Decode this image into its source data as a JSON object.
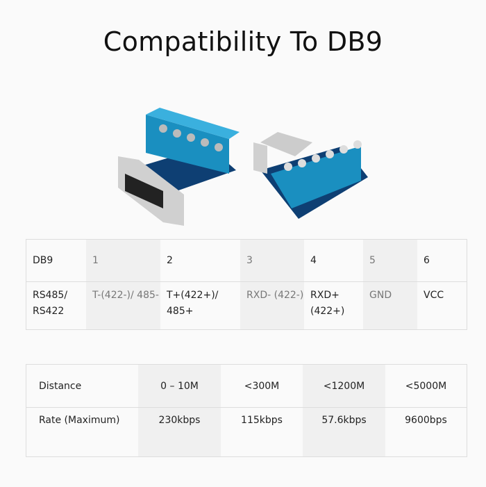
{
  "title": "Compatibility To DB9",
  "pin_table": {
    "header": [
      "DB9",
      "1",
      "2",
      "3",
      "4",
      "5",
      "6"
    ],
    "row": [
      "RS485/ RS422",
      "T-(422-)/ 485-",
      "T+(422+)/ 485+",
      "RXD- (422-)",
      "RXD+ (422+)",
      "GND",
      "VCC"
    ]
  },
  "rate_table": {
    "distance": [
      "Distance",
      "0 – 10M",
      "<300M",
      "<1200M",
      "<5000M"
    ],
    "rate": [
      "Rate (Maximum)",
      "230kbps",
      "115kbps",
      "57.6kbps",
      "9600bps"
    ]
  },
  "colors": {
    "terminal": "#1a8fc0",
    "board": "#0e3f73",
    "metal": "#c8c8c8"
  }
}
